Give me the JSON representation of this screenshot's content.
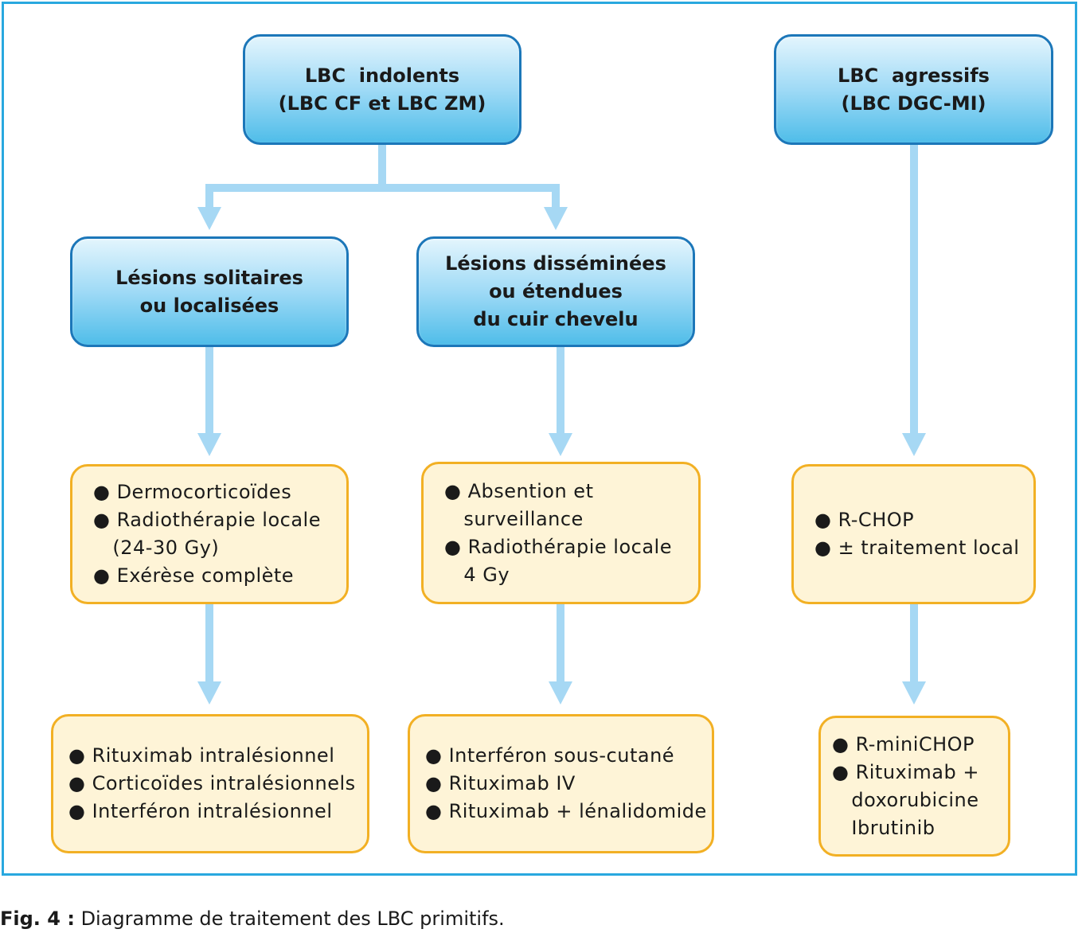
{
  "nodes": {
    "indolents": {
      "lines": [
        "LBC  indolents",
        "(LBC CF et LBC ZM)"
      ]
    },
    "agressifs": {
      "lines": [
        "LBC  agressifs",
        "(LBC DGC-MI)"
      ]
    },
    "solitaires": {
      "lines": [
        "Lésions solitaires",
        "ou localisées"
      ]
    },
    "disseminees": {
      "lines": [
        "Lésions disséminées",
        "ou étendues",
        "du cuir chevelu"
      ]
    },
    "treat_solitaires_1": {
      "lines": [
        "● Dermocorticoïdes",
        "● Radiothérapie locale",
        "   (24-30 Gy)",
        "● Exérèse complète"
      ]
    },
    "treat_disseminees_1": {
      "lines": [
        "● Absention et",
        "   surveillance",
        "● Radiothérapie locale",
        "   4 Gy"
      ]
    },
    "treat_agressifs_1": {
      "lines": [
        "● R-CHOP",
        "● ± traitement local"
      ]
    },
    "treat_solitaires_2": {
      "lines": [
        "● Rituximab intralésionnel",
        "● Corticoïdes intralésionnels",
        "● Interféron intralésionnel"
      ]
    },
    "treat_disseminees_2": {
      "lines": [
        "● Interféron sous-cutané",
        "● Rituximab IV",
        "● Rituximab + lénalidomide"
      ]
    },
    "treat_agressifs_2": {
      "lines": [
        "● R-miniCHOP",
        "● Rituximab +",
        "   doxorubicine",
        "   Ibrutinib"
      ]
    }
  },
  "caption": {
    "label": "Fig. 4 :",
    "text": " Diagramme de traitement des LBC primitifs."
  },
  "colors": {
    "frame": "#29a8df",
    "blue_border": "#1c77b9",
    "yellow_border": "#f2b024",
    "yellow_fill": "#fef4d7",
    "arrow": "#a6d8f4"
  }
}
